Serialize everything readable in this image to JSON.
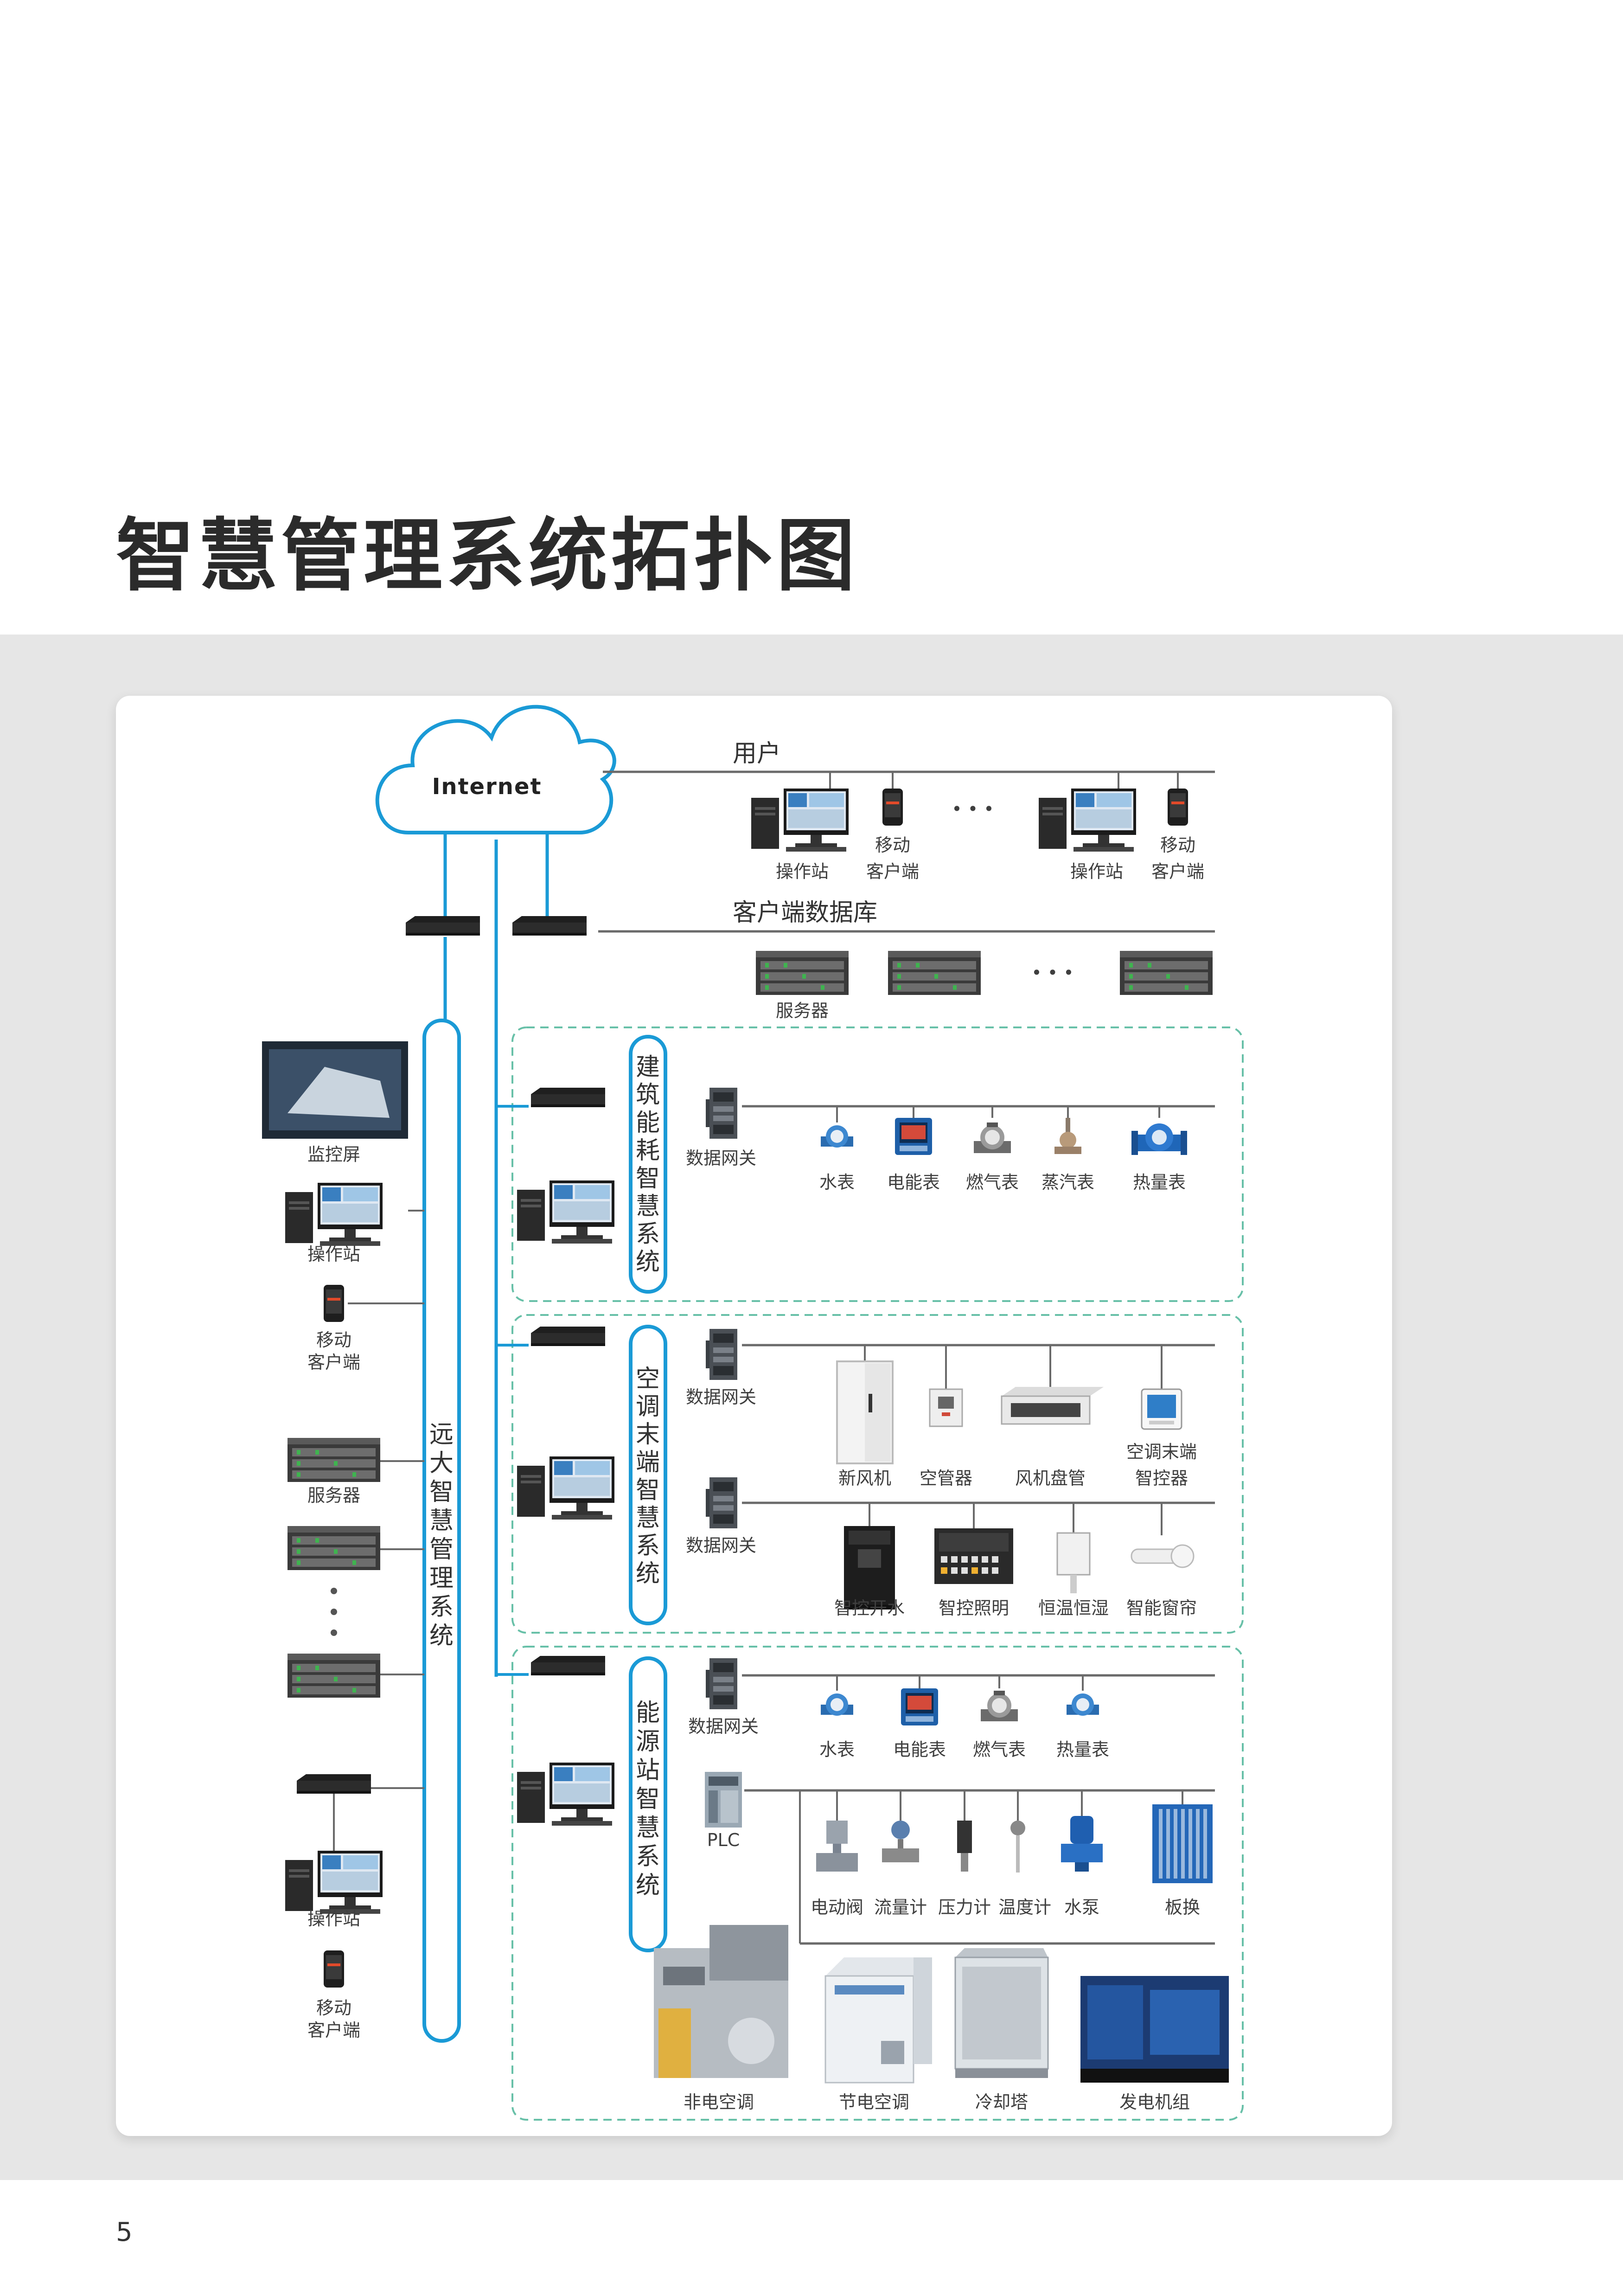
{
  "page": {
    "title": "智慧管理系统拓扑图",
    "page_number": "5"
  },
  "colors": {
    "bus": "#1a9ad6",
    "dashed": "#68c0a8",
    "line": "#6a6a6a"
  },
  "cloud": {
    "label": "Internet"
  },
  "user_row": {
    "label": "用户",
    "items": [
      "操作站",
      "移动\n客户端",
      "操作站",
      "移动\n客户端"
    ],
    "ellipsis": "• • •"
  },
  "db_row": {
    "label": "客户端数据库",
    "server_label": "服务器",
    "ellipsis": "• • •"
  },
  "main_system": {
    "label": "远大智慧管理系统"
  },
  "left_column": [
    "监控屏",
    "操作站",
    "移动\n客户端",
    "服务器",
    "操作站",
    "移动\n客户端"
  ],
  "section1": {
    "label": "建筑能耗智慧系统",
    "gateway": "数据网关",
    "devices": [
      "水表",
      "电能表",
      "燃气表",
      "蒸汽表",
      "热量表"
    ]
  },
  "section2": {
    "label": "空调末端智慧系统",
    "gateway1": "数据网关",
    "gateway2": "数据网关",
    "row1": [
      "新风机",
      "空管器",
      "风机盘管",
      "空调末端\n智控器"
    ],
    "row2": [
      "智控开水",
      "智控照明",
      "恒温恒湿",
      "智能窗帘"
    ]
  },
  "section3": {
    "label": "能源站智慧系统",
    "gateway": "数据网关",
    "plc": "PLC",
    "row1": [
      "水表",
      "电能表",
      "燃气表",
      "热量表"
    ],
    "row2": [
      "电动阀",
      "流量计",
      "压力计",
      "温度计",
      "水泵",
      "板换"
    ],
    "row3": [
      "非电空调",
      "节电空调",
      "冷却塔",
      "发电机组"
    ]
  }
}
